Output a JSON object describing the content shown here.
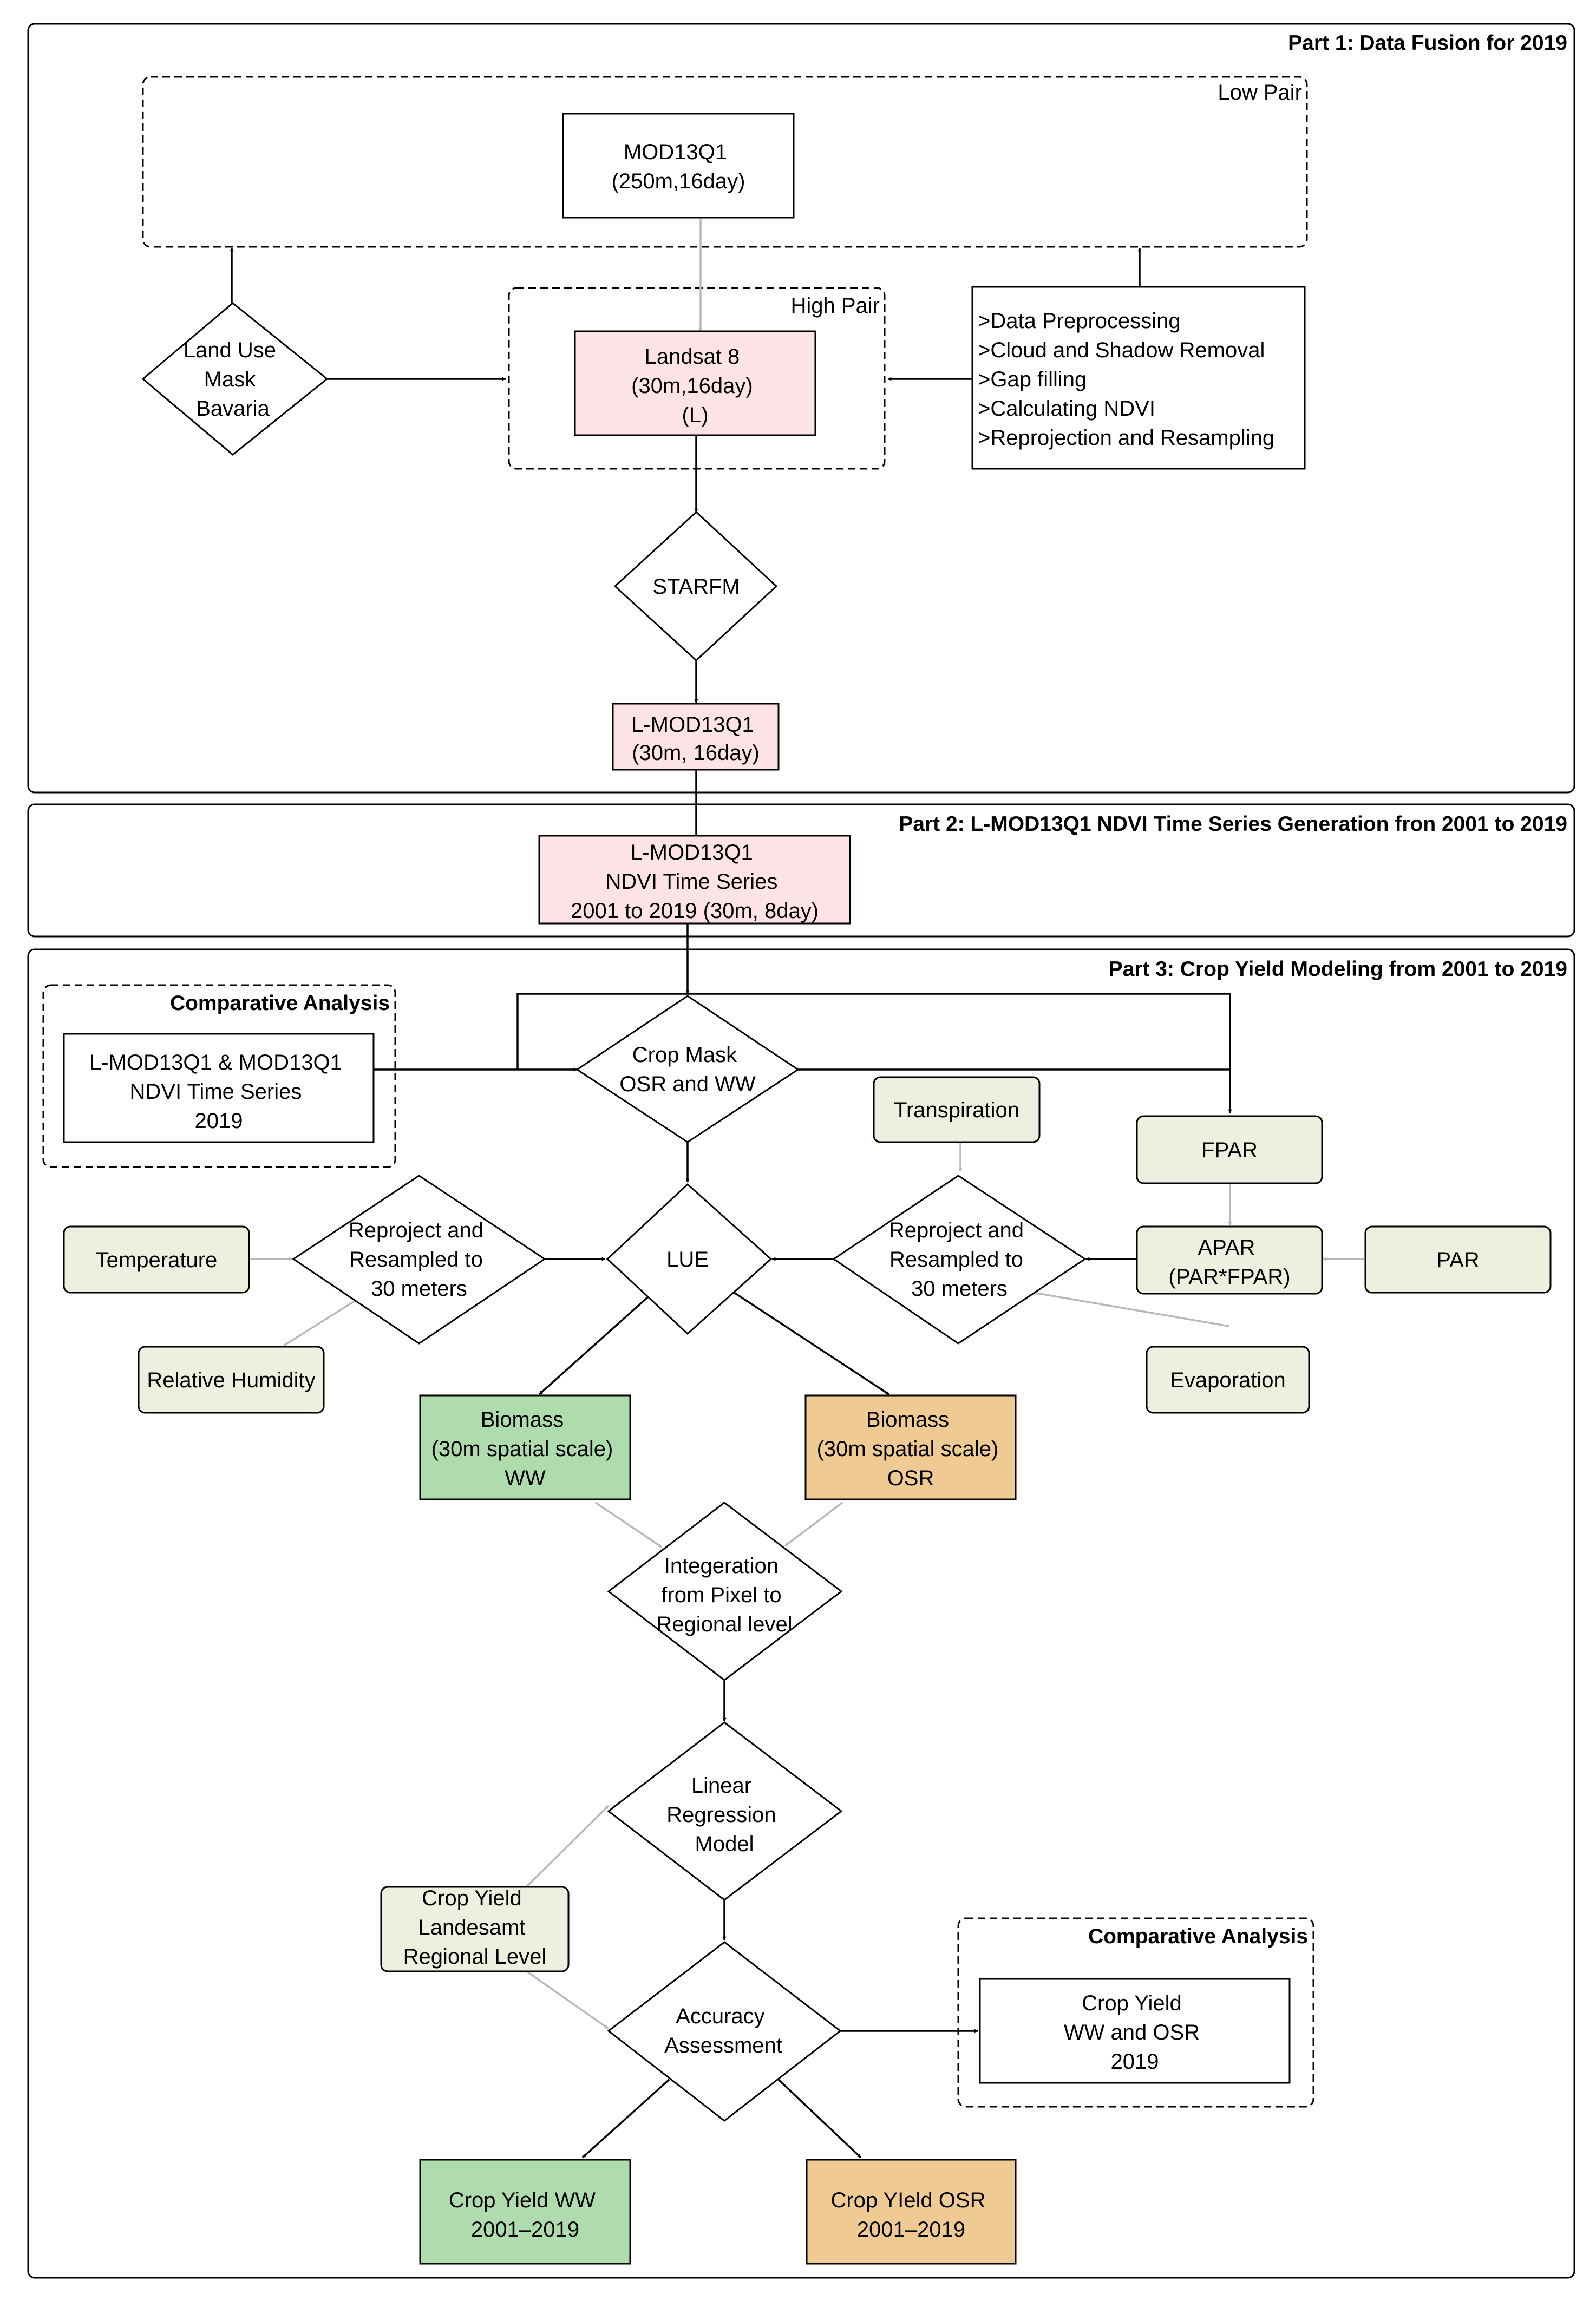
{
  "sections": {
    "part1": "Part 1: Data Fusion for 2019",
    "part2": "Part 2: L-MOD13Q1 NDVI Time Series Generation fron 2001 to 2019",
    "part3": "Part 3: Crop Yield Modeling from 2001 to 2019"
  },
  "groups": {
    "low_pair": "Low Pair",
    "high_pair": "High Pair",
    "comparative_1": "Comparative Analysis",
    "comparative_2": "Comparative Analysis"
  },
  "nodes": {
    "mod13q1": [
      "MOD13Q1",
      "(250m,16day)"
    ],
    "landsat": [
      "Landsat 8",
      "(30m,16day)",
      "(L)"
    ],
    "land_use": [
      "Land Use",
      "Mask",
      "Bavaria"
    ],
    "preprocessing": [
      ">Data Preprocessing",
      ">Cloud and Shadow Removal",
      ">Gap filling",
      ">Calculating NDVI",
      ">Reprojection and Resampling"
    ],
    "starfm": [
      "STARFM"
    ],
    "lmod_30m": [
      "L-MOD13Q1",
      "(30m, 16day)"
    ],
    "lmod_ndvi": [
      "L-MOD13Q1",
      "NDVI Time Series",
      "2001 to 2019 (30m, 8day)"
    ],
    "lmod_compare": [
      "L-MOD13Q1 & MOD13Q1",
      "NDVI Time Series",
      "2019"
    ],
    "crop_mask": [
      "Crop Mask",
      "OSR and WW"
    ],
    "transpiration": [
      "Transpiration"
    ],
    "fpar": [
      "FPAR"
    ],
    "temperature": [
      "Temperature"
    ],
    "reproject_left": [
      "Reproject and",
      "Resampled to",
      "30 meters"
    ],
    "lue": [
      "LUE"
    ],
    "reproject_right": [
      "Reproject and",
      "Resampled to",
      "30 meters"
    ],
    "apar": [
      "APAR",
      "(PAR*FPAR)"
    ],
    "par": [
      "PAR"
    ],
    "humidity": [
      "Relative Humidity"
    ],
    "evaporation": [
      "Evaporation"
    ],
    "biomass_ww": [
      "Biomass",
      "(30m spatial scale)",
      "WW"
    ],
    "biomass_osr": [
      "Biomass",
      "(30m spatial scale)",
      "OSR"
    ],
    "integration": [
      "Integeration",
      "from Pixel to",
      "Regional level"
    ],
    "regression": [
      "Linear",
      "Regression",
      "Model"
    ],
    "crop_yield_landesamt": [
      "Crop Yield",
      "Landesamt",
      "Regional Level"
    ],
    "accuracy": [
      "Accuracy",
      "Assessment"
    ],
    "crop_yield_compare": [
      "Crop Yield",
      "WW and OSR",
      "2019"
    ],
    "yield_ww": [
      "Crop Yield WW",
      "2001–2019"
    ],
    "yield_osr": [
      "Crop YIeld OSR",
      "2001–2019"
    ]
  },
  "colors": {
    "pink": "#fde3e6",
    "light_green": "#ebf1de",
    "green": "#aedcad",
    "orange": "#efcb93",
    "gray_arrow": "#b8b8b8"
  }
}
